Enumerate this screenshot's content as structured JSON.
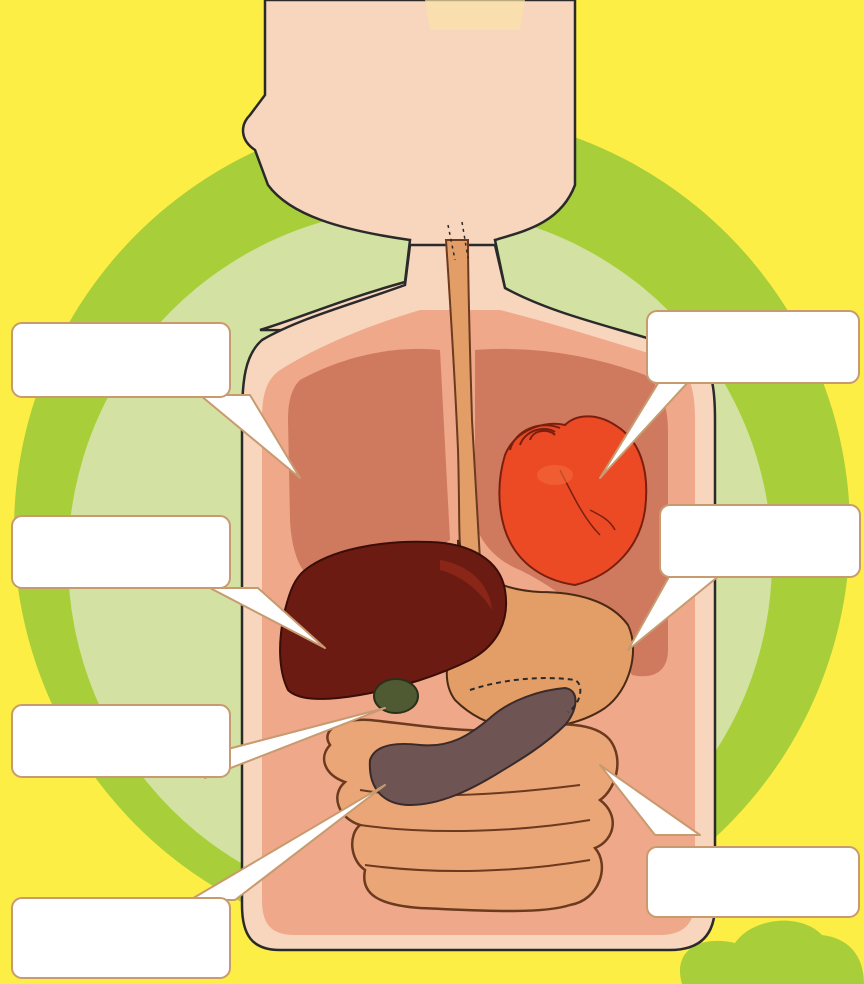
{
  "worksheet": {
    "title": "",
    "colors": {
      "background": "#fdee45",
      "outer_circle": "#a8cf3a",
      "inner_circle": "#d3e2a2",
      "skin": "#f7d6bd",
      "body_cavity": "#efa88a",
      "lungs": "#cf7a5e",
      "liver": "#6c1b12",
      "heart": "#ec4a24",
      "stomach": "#e39e68",
      "gallbladder": "#4f5a33",
      "pancreas": "#6e5453",
      "intestines": "#eaa676",
      "label_box": "#ffffff",
      "label_border": "#c89a70"
    },
    "label_boxes": [
      {
        "id": "label-lungs",
        "value": ""
      },
      {
        "id": "label-heart",
        "value": ""
      },
      {
        "id": "label-liver",
        "value": ""
      },
      {
        "id": "label-stomach",
        "value": ""
      },
      {
        "id": "label-gallbladder",
        "value": ""
      },
      {
        "id": "label-pancreas",
        "value": ""
      },
      {
        "id": "label-intestines",
        "value": ""
      }
    ]
  }
}
